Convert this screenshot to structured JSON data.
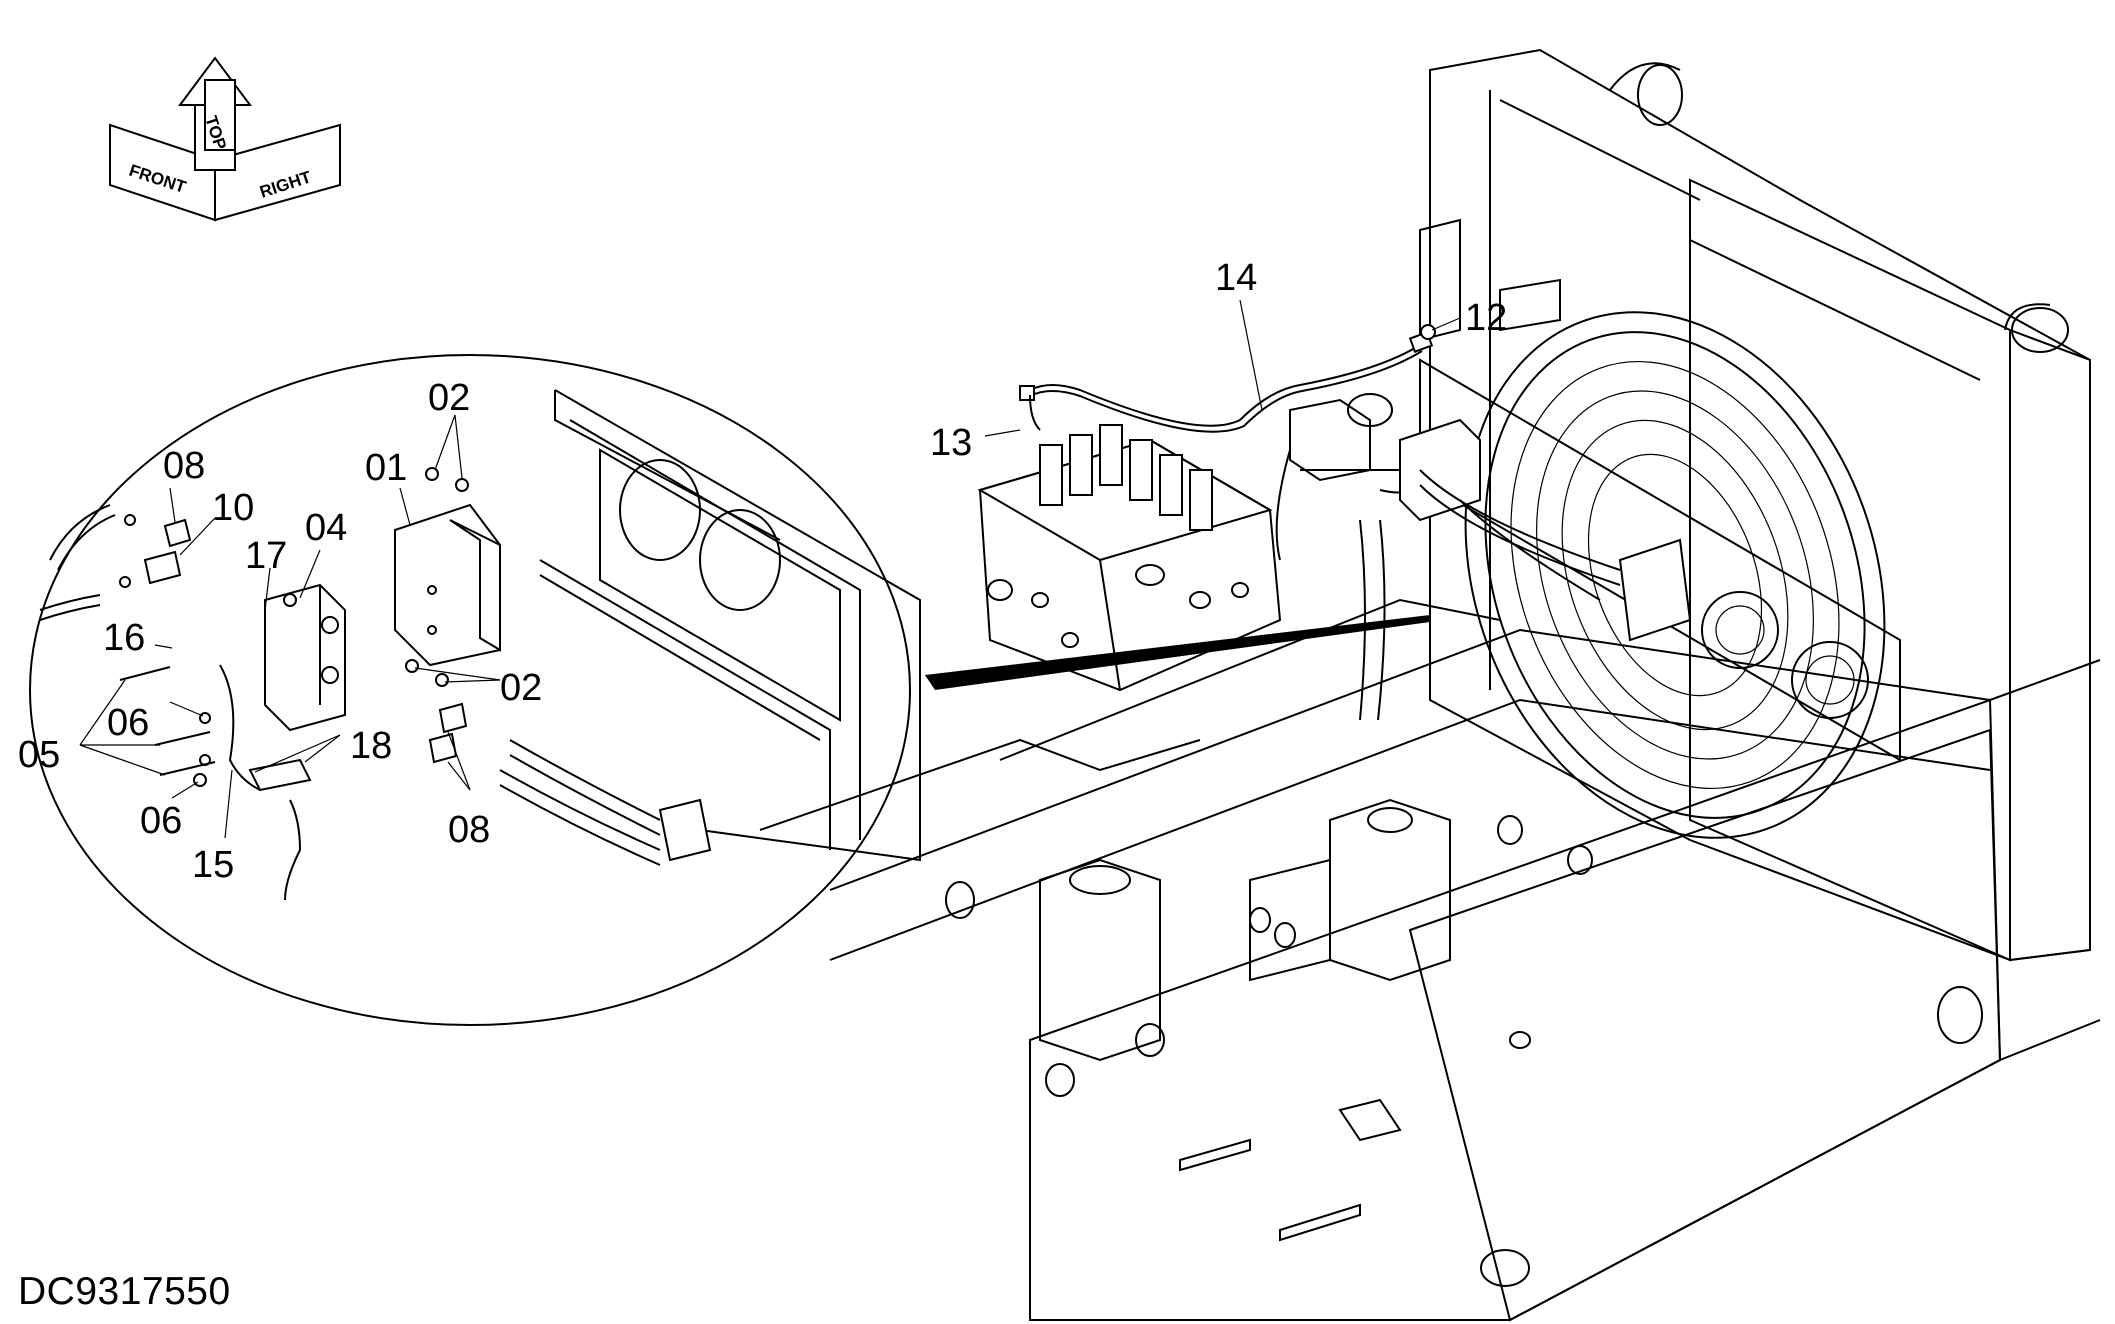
{
  "drawing_id": "DC9317550",
  "orientation": {
    "front": "FRONT",
    "top": "TOP",
    "right": "RIGHT"
  },
  "callouts": {
    "c01": "01",
    "c02a": "02",
    "c02b": "02",
    "c04": "04",
    "c05": "05",
    "c06a": "06",
    "c06b": "06",
    "c08a": "08",
    "c08b": "08",
    "c10": "10",
    "c12": "12",
    "c13": "13",
    "c14": "14",
    "c15": "15",
    "c16": "16",
    "c17": "17",
    "c18": "18"
  }
}
